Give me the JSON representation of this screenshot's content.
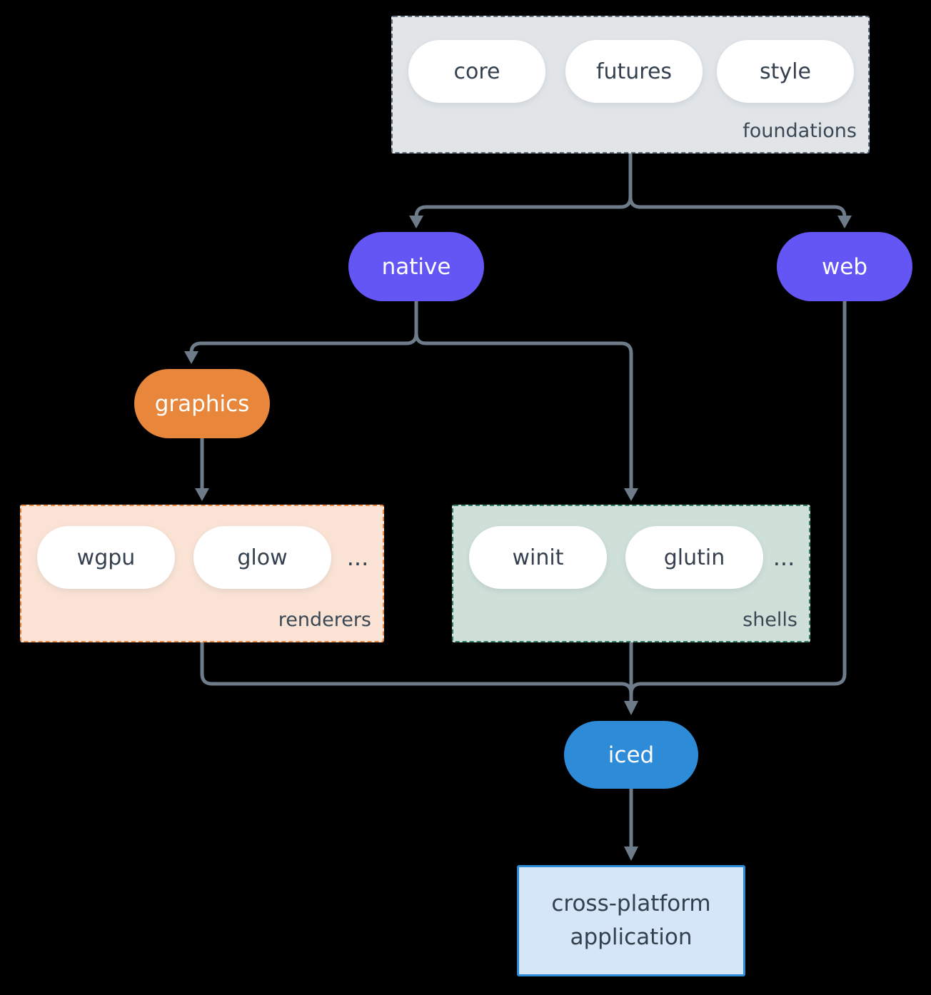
{
  "colors": {
    "background": "#000000",
    "connector": "#6e7c8a",
    "purple": "#6456f5",
    "orange": "#e8873b",
    "blue": "#2e8bd8",
    "pill-bg": "#ffffff",
    "pill-text": "#34404d",
    "group-label": "#3a4754",
    "foundations-fill": "#e1e5e8",
    "foundations-border": "#5d6e7e",
    "renderers-fill": "#fae3d5",
    "renderers-border": "#e8873b",
    "shells-fill": "#cfe0d9",
    "shells-border": "#2a7a68",
    "app-fill": "#d4e6f7",
    "app-border": "#2e8bd8"
  },
  "groups": {
    "foundations": {
      "label": "foundations",
      "pills": [
        "core",
        "futures",
        "style"
      ]
    },
    "renderers": {
      "label": "renderers",
      "pills": [
        "wgpu",
        "glow"
      ],
      "ellipsis": "..."
    },
    "shells": {
      "label": "shells",
      "pills": [
        "winit",
        "glutin"
      ],
      "ellipsis": "..."
    }
  },
  "nodes": {
    "native": "native",
    "web": "web",
    "graphics": "graphics",
    "iced": "iced"
  },
  "application": {
    "line1": "cross-platform",
    "line2": "application"
  }
}
